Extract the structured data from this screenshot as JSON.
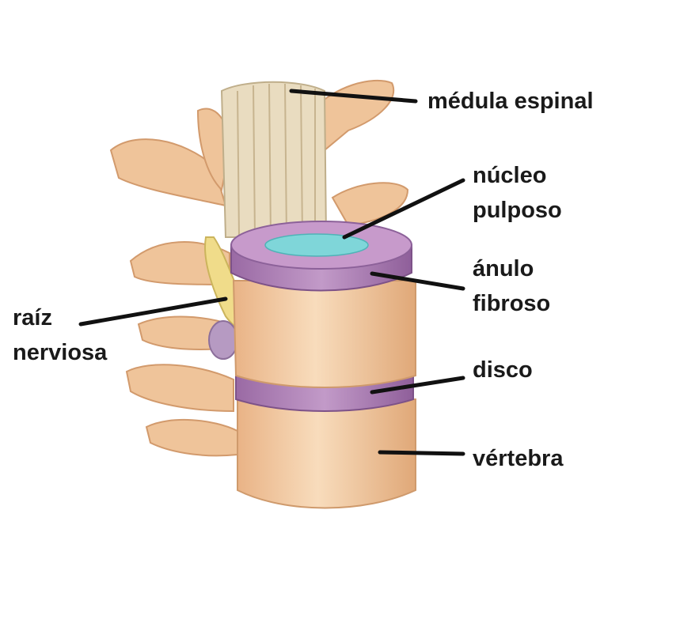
{
  "title": "Anatomía de la columna lumbar",
  "labels": {
    "spinal_cord": "médula espinal",
    "nucleus_line1": "núcleo",
    "nucleus_line2": "pulposo",
    "annulus_line1": "ánulo",
    "annulus_line2": "fibroso",
    "nerve_line1": "raíz",
    "nerve_line2": "nerviosa",
    "disc": "disco",
    "vertebra": "vértebra"
  },
  "colors": {
    "bone": "#f2c9a0",
    "bone_shadow": "#d9a275",
    "disc": "#a87bb0",
    "nucleus": "#7fd6d9",
    "cord": "#e9dcc0",
    "nerve": "#f0dc8a",
    "leader": "#111111"
  }
}
